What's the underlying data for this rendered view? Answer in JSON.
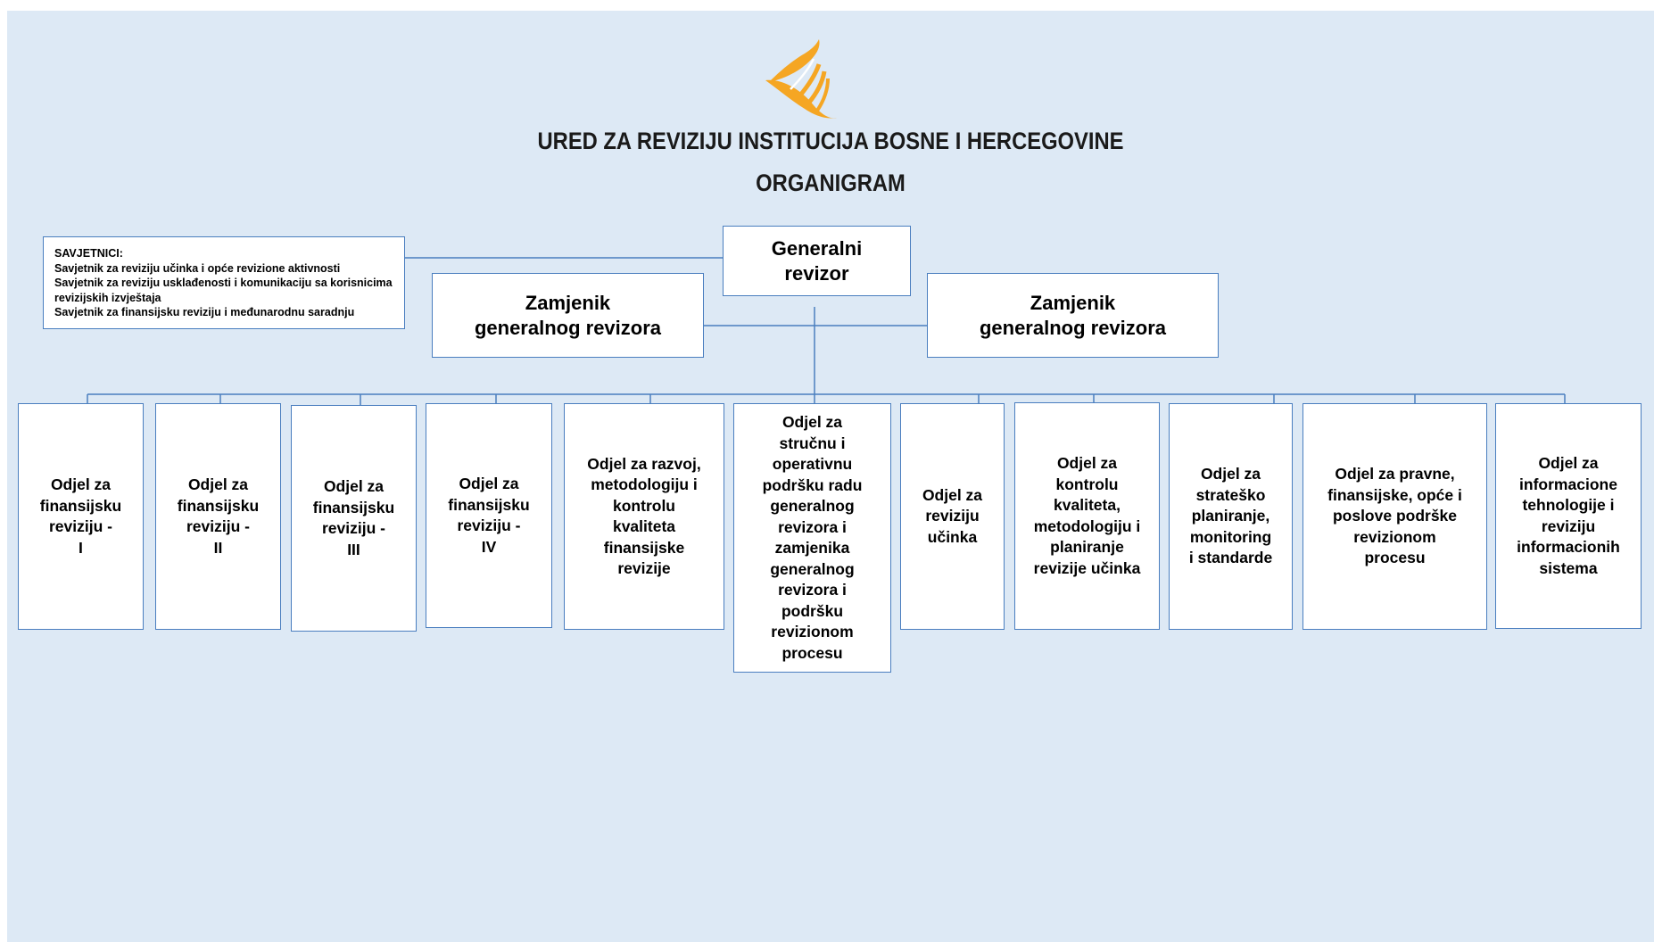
{
  "header": {
    "title": "URED ZA REVIZIJU INSTITUCIJA BOSNE I HERCEGOVINE",
    "subtitle": "ORGANIGRAM"
  },
  "advisors": {
    "heading": "SAVJETNICI:",
    "items": [
      "Savjetnik za reviziju učinka i opće revizione aktivnosti",
      "Savjetnik za reviziju usklađenosti i komunikaciju sa korisnicima revizijskih izvještaja",
      "Savjetnik za finansijsku reviziju i međunarodnu saradnju"
    ]
  },
  "top": {
    "general": "Generalni\nrevizor",
    "deputy_left": "Zamjenik\ngeneralnog revizora",
    "deputy_right": "Zamjenik\ngeneralnog revizora"
  },
  "departments": [
    "Odjel za\nfinansijsku\nreviziju -\nI",
    "Odjel za\nfinansijsku\nreviziju -\nII",
    "Odjel za\nfinansijsku\nreviziju -\nIII",
    "Odjel za\nfinansijsku\nreviziju -\nIV",
    "Odjel za razvoj,\nmetodologiju i\nkontrolu\nkvaliteta\nfinansijske\nrevizije",
    "Odjel za\nstručnu i\noperativnu\npodršku radu\ngeneralnog\nrevizora i\nzamjenika\ngeneralnog\nrevizora i\npodršku\nrevizionom\nprocesu",
    "Odjel za\nreviziju\nučinka",
    "Odjel za\nkontrolu\nkvaliteta,\nmetodologiju i\nplaniranje\nrevizije učinka",
    "Odjel za\nstrateško\nplaniranje,\nmonitoring\ni standarde",
    "Odjel za pravne,\nfinansijske, opće i\nposlove podrške\nrevizionom\nprocesu",
    "Odjel za\ninformacione\ntehnologije i\nreviziju\ninformacionih\nsistema"
  ],
  "colors": {
    "background": "#dde9f5",
    "line": "#4a7ebf",
    "logo": "#f5a623"
  }
}
